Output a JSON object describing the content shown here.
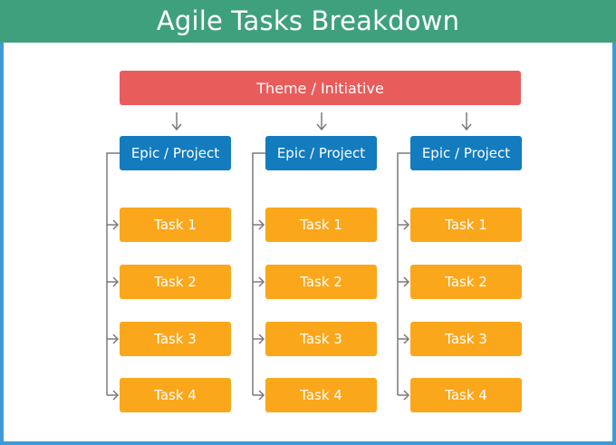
{
  "title": "Agile Tasks Breakdown",
  "theme": {
    "label": "Theme / Initiative"
  },
  "epics": [
    {
      "label": "Epic / Project",
      "tasks": [
        "Task 1",
        "Task 2",
        "Task 3",
        "Task 4"
      ]
    },
    {
      "label": "Epic / Project",
      "tasks": [
        "Task 1",
        "Task 2",
        "Task 3",
        "Task 4"
      ]
    },
    {
      "label": "Epic / Project",
      "tasks": [
        "Task 1",
        "Task 2",
        "Task 3",
        "Task 4"
      ]
    }
  ],
  "colors": {
    "header": "#3fa07e",
    "frame": "#3f9bd6",
    "theme": "#e95c5c",
    "epic": "#137cbf",
    "task": "#fba71b",
    "connector": "#7a7a7a"
  }
}
